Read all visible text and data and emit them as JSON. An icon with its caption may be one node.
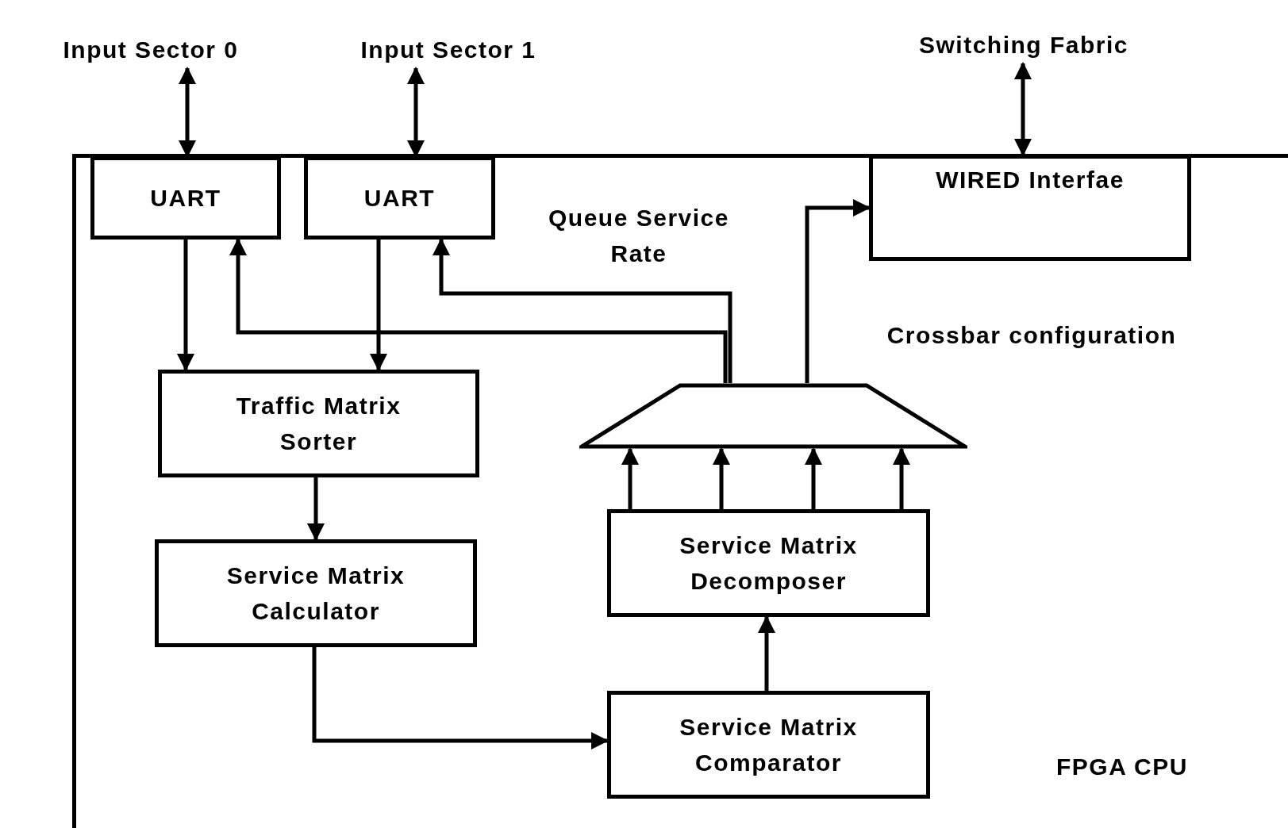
{
  "diagram": {
    "nodes": [
      {
        "text": [
          "FPGA CPU"
        ]
      },
      {
        "text": [
          "Input Sector 0"
        ]
      },
      {
        "text": [
          "Input Sector 1"
        ]
      },
      {
        "text": [
          "Switching Fabric"
        ]
      },
      {
        "text": [
          "UART"
        ],
        "in": 0
      },
      {
        "text": [
          "UART"
        ],
        "in": 0
      },
      {
        "text": [
          "WIRED Interfae"
        ],
        "in": 0
      },
      {
        "text": [
          "Traffic Matrix Sorter"
        ],
        "in": 0
      },
      {
        "text": [
          "Service Matrix Calculator"
        ],
        "in": 0
      },
      {
        "text": [],
        "shape": "trapezoid",
        "in": 0
      },
      {
        "text": [
          "Service Matrix Decomposer"
        ],
        "in": 0
      },
      {
        "text": [
          "Service Matrix Comparator"
        ],
        "in": 0
      }
    ],
    "edges": [
      {
        "from": 1,
        "to": 4,
        "arrow": "both"
      },
      {
        "from": 2,
        "to": 5,
        "arrow": "both"
      },
      {
        "from": 3,
        "to": 6,
        "arrow": "both"
      },
      {
        "from": 4,
        "to": 7,
        "arrow": "to"
      },
      {
        "from": 5,
        "to": 7,
        "arrow": "to"
      },
      {
        "from": 9,
        "to": 4,
        "arrow": "to"
      },
      {
        "from": 9,
        "to": 5,
        "arrow": "to"
      },
      {
        "from": 9,
        "to": 6,
        "arrow": "to"
      },
      {
        "from": 7,
        "to": 8,
        "arrow": "to"
      },
      {
        "from": 8,
        "to": 11,
        "arrow": "to"
      },
      {
        "from": 11,
        "to": 10,
        "arrow": "to"
      },
      {
        "from": 10,
        "to": 9,
        "arrow": "to"
      },
      {
        "from": 10,
        "to": 9,
        "arrow": "to"
      },
      {
        "from": 10,
        "to": 9,
        "arrow": "to"
      },
      {
        "from": 10,
        "to": 9,
        "arrow": "to"
      }
    ],
    "labels": [
      "Queue Service Rate",
      "Crossbar configuration"
    ]
  }
}
